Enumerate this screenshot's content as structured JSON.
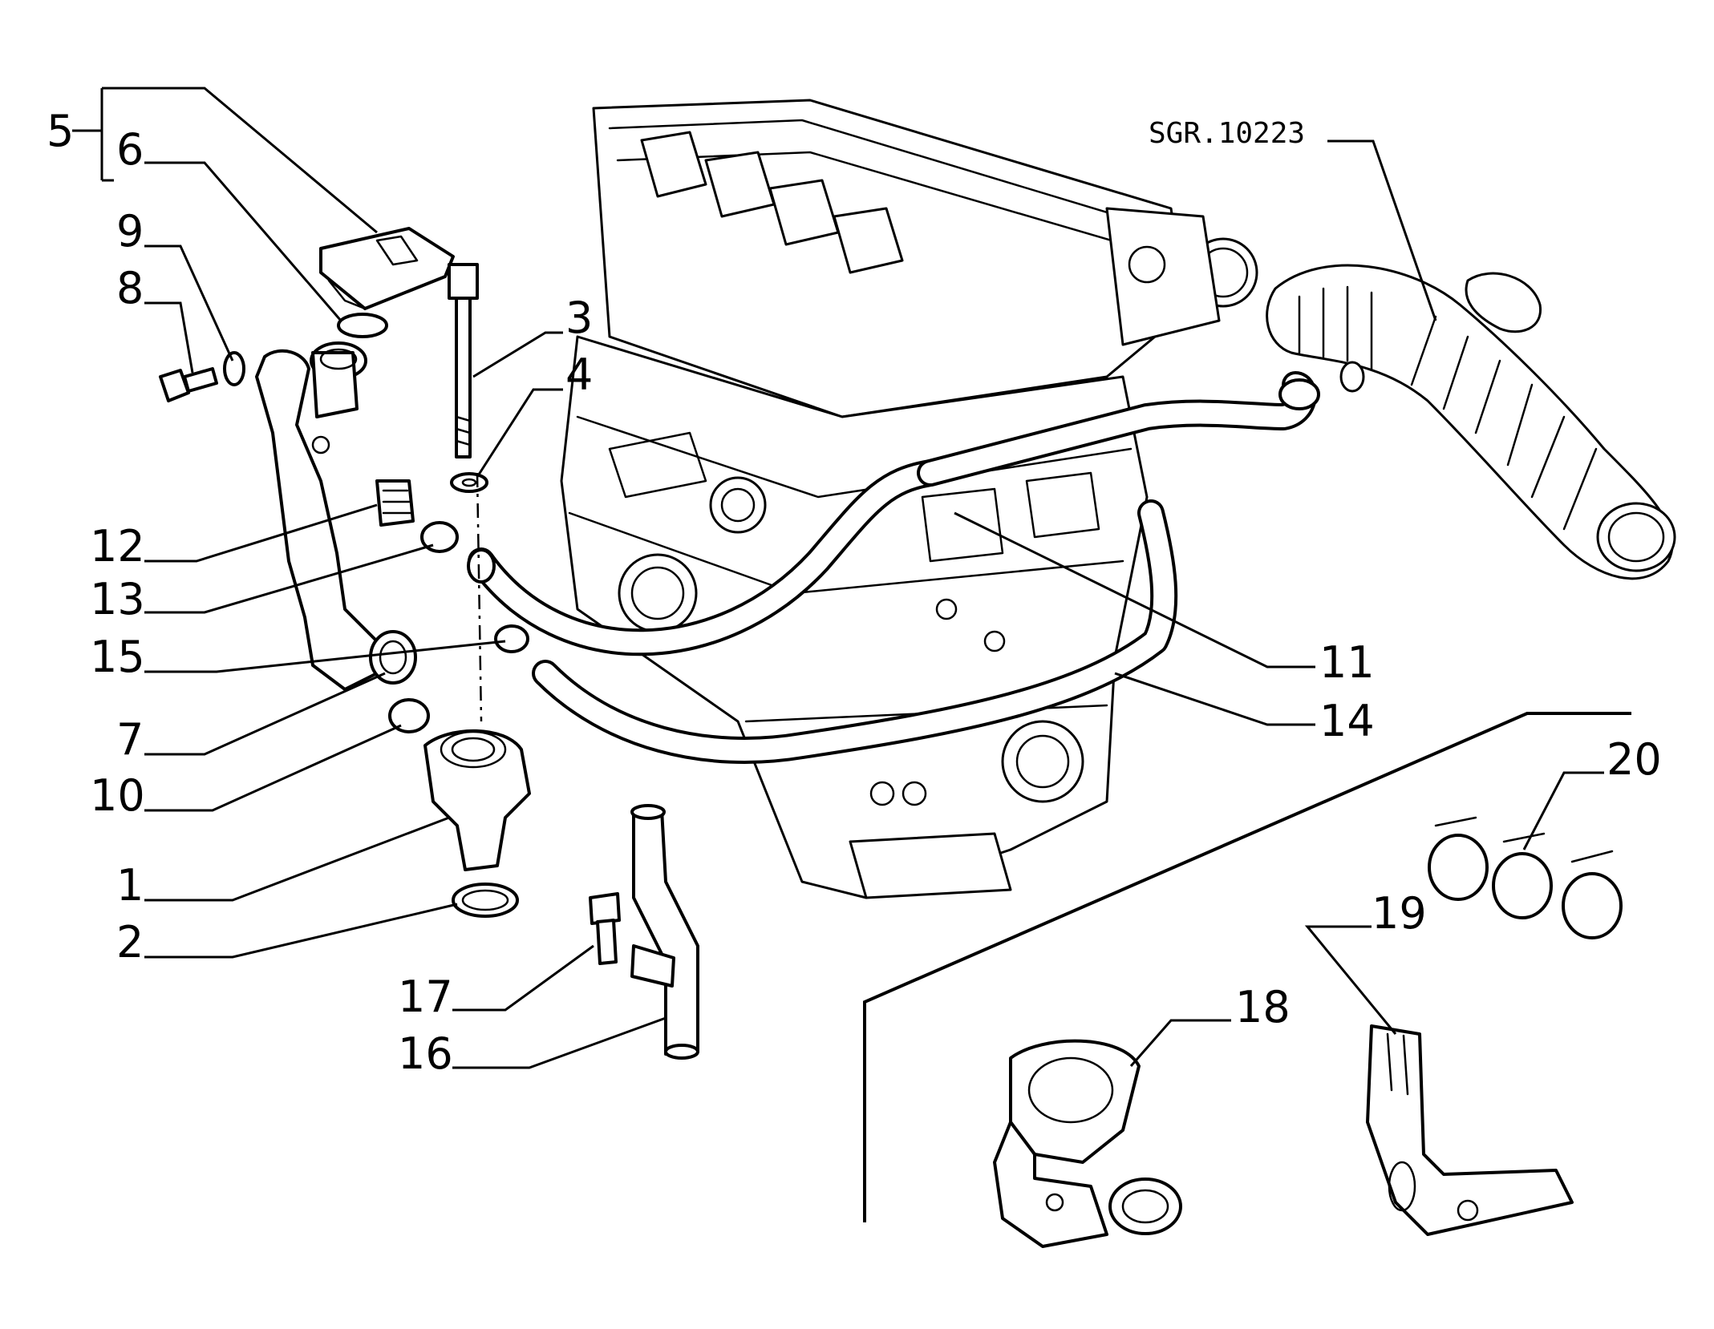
{
  "diagram": {
    "reference_code": "SGR.10223",
    "callouts": [
      {
        "id": "c5",
        "label": "5"
      },
      {
        "id": "c6",
        "label": "6"
      },
      {
        "id": "c9",
        "label": "9"
      },
      {
        "id": "c8",
        "label": "8"
      },
      {
        "id": "c3",
        "label": "3"
      },
      {
        "id": "c4",
        "label": "4"
      },
      {
        "id": "c12",
        "label": "12"
      },
      {
        "id": "c13",
        "label": "13"
      },
      {
        "id": "c15",
        "label": "15"
      },
      {
        "id": "c7",
        "label": "7"
      },
      {
        "id": "c10",
        "label": "10"
      },
      {
        "id": "c1",
        "label": "1"
      },
      {
        "id": "c2",
        "label": "2"
      },
      {
        "id": "c17",
        "label": "17"
      },
      {
        "id": "c16",
        "label": "16"
      },
      {
        "id": "c11",
        "label": "11"
      },
      {
        "id": "c14",
        "label": "14"
      },
      {
        "id": "c20",
        "label": "20"
      },
      {
        "id": "c19",
        "label": "19"
      },
      {
        "id": "c18",
        "label": "18"
      }
    ]
  }
}
